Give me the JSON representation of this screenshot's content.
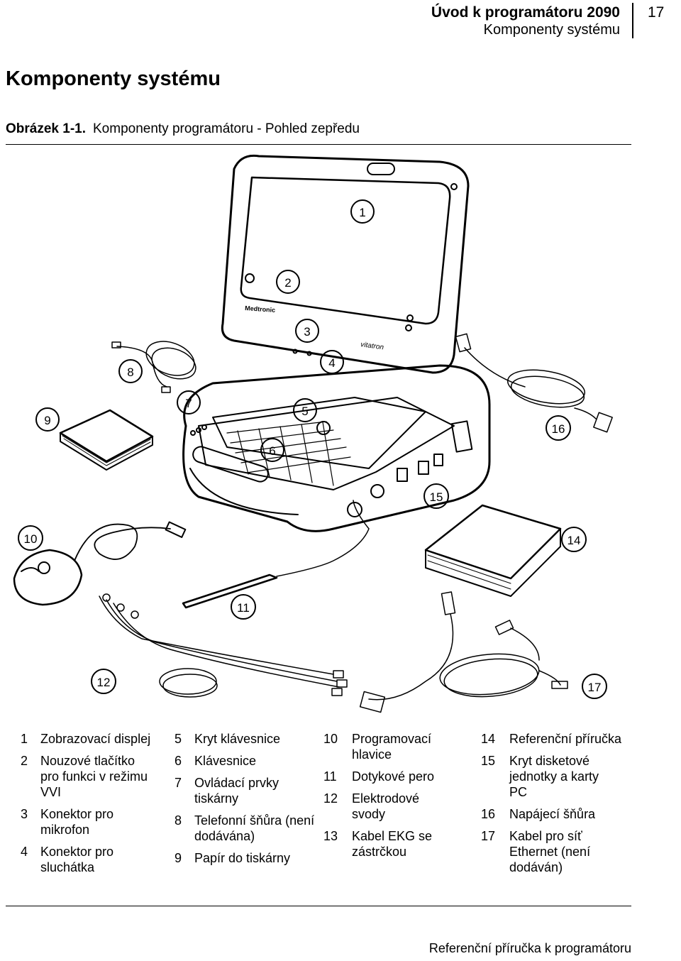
{
  "header": {
    "title": "Úvod k programátoru 2090",
    "subtitle": "Komponenty systému",
    "page_number": "17"
  },
  "section_title": "Komponenty systému",
  "figure": {
    "label": "Obrázek 1-1.",
    "caption": "Komponenty programátoru - Pohled zepředu",
    "callouts": [
      "1",
      "2",
      "3",
      "4",
      "5",
      "6",
      "7",
      "8",
      "9",
      "10",
      "11",
      "12",
      "14",
      "15",
      "16",
      "17"
    ],
    "device_brand": "Medtronic",
    "screen_brand": "vitatron"
  },
  "legend": {
    "columns": [
      [
        {
          "num": "1",
          "text": "Zobrazovací displej"
        },
        {
          "num": "2",
          "text": "Nouzové tlačítko pro funkci v režimu VVI"
        },
        {
          "num": "3",
          "text": "Konektor pro mikrofon"
        },
        {
          "num": "4",
          "text": "Konektor pro sluchátka"
        }
      ],
      [
        {
          "num": "5",
          "text": "Kryt klávesnice"
        },
        {
          "num": "6",
          "text": "Klávesnice"
        },
        {
          "num": "7",
          "text": "Ovládací prvky tiskárny"
        },
        {
          "num": "8",
          "text": "Telefonní šňůra (není dodávána)"
        },
        {
          "num": "9",
          "text": "Papír do tiskárny"
        }
      ],
      [
        {
          "num": "10",
          "text": "Programovací hlavice"
        },
        {
          "num": "11",
          "text": "Dotykové pero"
        },
        {
          "num": "12",
          "text": "Elektrodové svody"
        },
        {
          "num": "13",
          "text": "Kabel EKG se zástrčkou"
        }
      ],
      [
        {
          "num": "14",
          "text": "Referenční příručka"
        },
        {
          "num": "15",
          "text": "Kryt disketové jednotky a karty PC"
        },
        {
          "num": "16",
          "text": "Napájecí šňůra"
        },
        {
          "num": "17",
          "text": "Kabel pro síť Ethernet (není dodáván)"
        }
      ]
    ]
  },
  "footer": "Referenční příručka k programátoru"
}
